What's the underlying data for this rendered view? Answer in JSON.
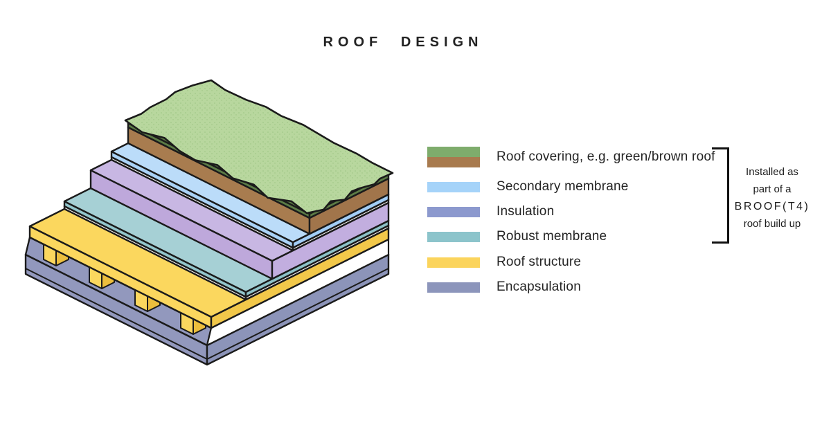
{
  "title": "ROOF DESIGN",
  "legend": {
    "items": [
      {
        "label": "Roof covering, e.g. green/brown roof",
        "swatch": [
          "#7EAC6C",
          "#A87A4E"
        ]
      },
      {
        "label": "Secondary membrane",
        "swatch": [
          "#A5D3F9"
        ]
      },
      {
        "label": "Insulation",
        "swatch": [
          "#8C99CE"
        ]
      },
      {
        "label": "Robust membrane",
        "swatch": [
          "#8CC4CB"
        ]
      },
      {
        "label": "Roof structure",
        "swatch": [
          "#FBD45C"
        ]
      },
      {
        "label": "Encapsulation",
        "swatch": [
          "#8C95BB"
        ]
      }
    ],
    "bracket_note": {
      "lines": [
        "Installed as",
        "part of a",
        "BROOF(T4)",
        "roof build up"
      ]
    }
  },
  "diagram": {
    "outline": "#1B1B1B",
    "layers": {
      "encapsulation": {
        "name": "Encapsulation",
        "top": "#9CA4C7",
        "left": "#9298BD",
        "right": "#8C94B9"
      },
      "roof_structure": {
        "name": "Roof structure",
        "top": "#FBD75E",
        "left": "#FBD75E",
        "right": "#F2C84A",
        "joist_end": "#FBD75E",
        "joist_side": "#ECBE3D"
      },
      "robust_membrane": {
        "name": "Robust membrane",
        "top": "#A6D0D5",
        "left": "#93C6CC",
        "right": "#8EC2C8",
        "underlay": "#FFFFFF"
      },
      "insulation": {
        "name": "Insulation",
        "top": "#C8B7E3",
        "left": "#BEA8DB",
        "right": "#C2AEDF"
      },
      "secondary_membrane": {
        "name": "Secondary membrane",
        "top": "#BBDCF9",
        "left": "#AAD3F7",
        "right": "#A3CEF6",
        "underlay": "#FFFFFF"
      },
      "roof_covering": {
        "name": "Roof covering",
        "soil": "#A87C4F",
        "soil_right": "#A1754B",
        "liner": "#5C7C46",
        "grass": "#B8D79E",
        "grass_speckle": "#9CC583"
      }
    }
  }
}
